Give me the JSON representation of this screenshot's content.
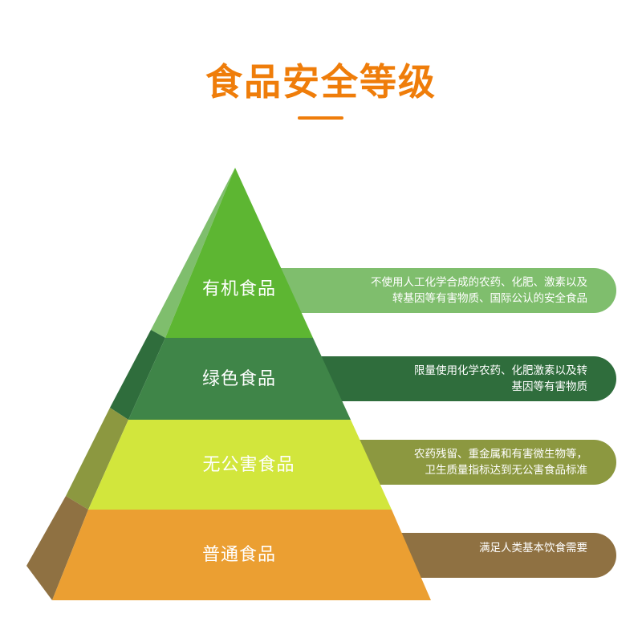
{
  "title": "食品安全等级",
  "colors": {
    "title": "#ef7d0a",
    "organic": "#5db632",
    "green": "#3f8548",
    "pollution_free": "#d2e63c",
    "ordinary": "#eb9f32"
  },
  "tiers": [
    {
      "name": "有机食品",
      "description": "不使用人工化学合成的农药、化肥、激素以及\n转基因等有害物质、国际公认的安全食品"
    },
    {
      "name": "绿色食品",
      "description": "限量使用化学农药、化肥激素以及转\n基因等有害物质"
    },
    {
      "name": "无公害食品",
      "description": "农药残留、重金属和有害微生物等，\n卫生质量指标达到无公害食品标准"
    },
    {
      "name": "普通食品",
      "description": "满足人类基本饮食需要"
    }
  ]
}
